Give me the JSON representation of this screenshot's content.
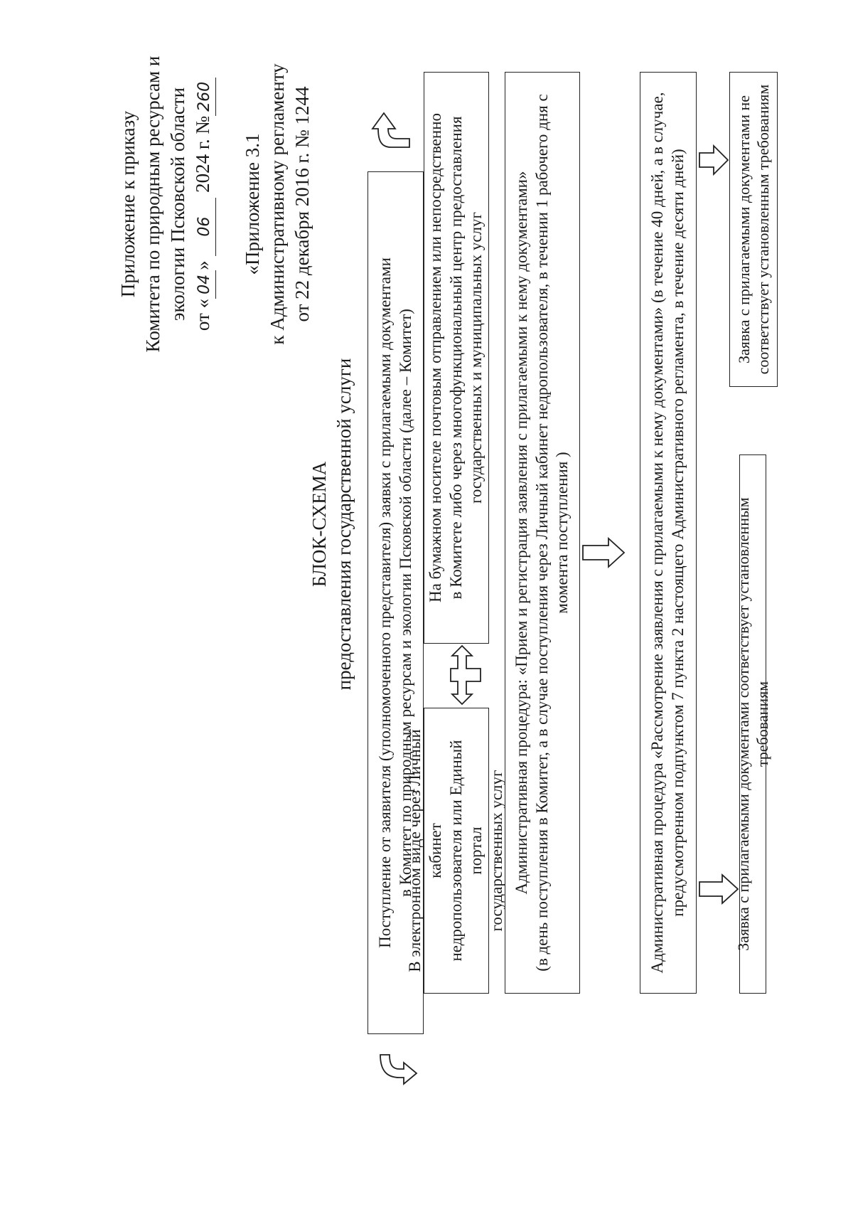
{
  "header": {
    "line1": "Приложение к приказу",
    "line2": "Комитета по природным ресурсам и",
    "line3": "экологии Псковской области",
    "date_prefix": "от «",
    "date_day": "04",
    "date_mid": "»",
    "date_month": "06",
    "date_year": "2024 г. №",
    "order_no": "260"
  },
  "appendix": {
    "line1": "«Приложение 3.1",
    "line2": "к Административному регламенту",
    "line3": "от 22 декабря 2016 г. № 1244"
  },
  "title": {
    "main": "БЛОК-СХЕМА",
    "sub": "предоставления государственной услуги"
  },
  "boxes": {
    "receipt": {
      "line1": "Поступление от заявителя (уполномоченного представителя) заявки с прилагаемыми документами",
      "line2": "в Комитет по природным ресурсам и экологии Псковской области (далее – Комитет)"
    },
    "electronic": {
      "line1": "В электронном виде через Личный кабинет",
      "line2": "недропользователя или Единый портал",
      "line3": "государственных услуг"
    },
    "paper": {
      "line1": "На бумажном носителе почтовым отправлением или непосредственно",
      "line2": "в Комитете либо через многофункциональный центр предоставления",
      "line3": "государственных и муниципальных услуг"
    },
    "registration": {
      "line1": "Административная процедура: «Прием и регистрация заявления с прилагаемыми к нему документами»",
      "line2": "(в день поступления в Комитет, а в случае поступления через Личный кабинет недропользователя, в течении 1 рабочего дня с",
      "line3": "момента поступления )"
    },
    "review": {
      "line1": "Административная процедура «Рассмотрение заявления с прилагаемыми к нему документами» (в течение 40 дней, а в случае,",
      "line2": "предусмотренном подпунктом 7 пункта 2 настоящего Административного регламента, в течение десяти дней)"
    },
    "compliant": {
      "text": "Заявка с прилагаемыми документами соответствует установленным требованиям"
    },
    "noncompliant": {
      "line1": "Заявка с прилагаемыми документами не",
      "line2": "соответствует установленным требованиям"
    }
  }
}
